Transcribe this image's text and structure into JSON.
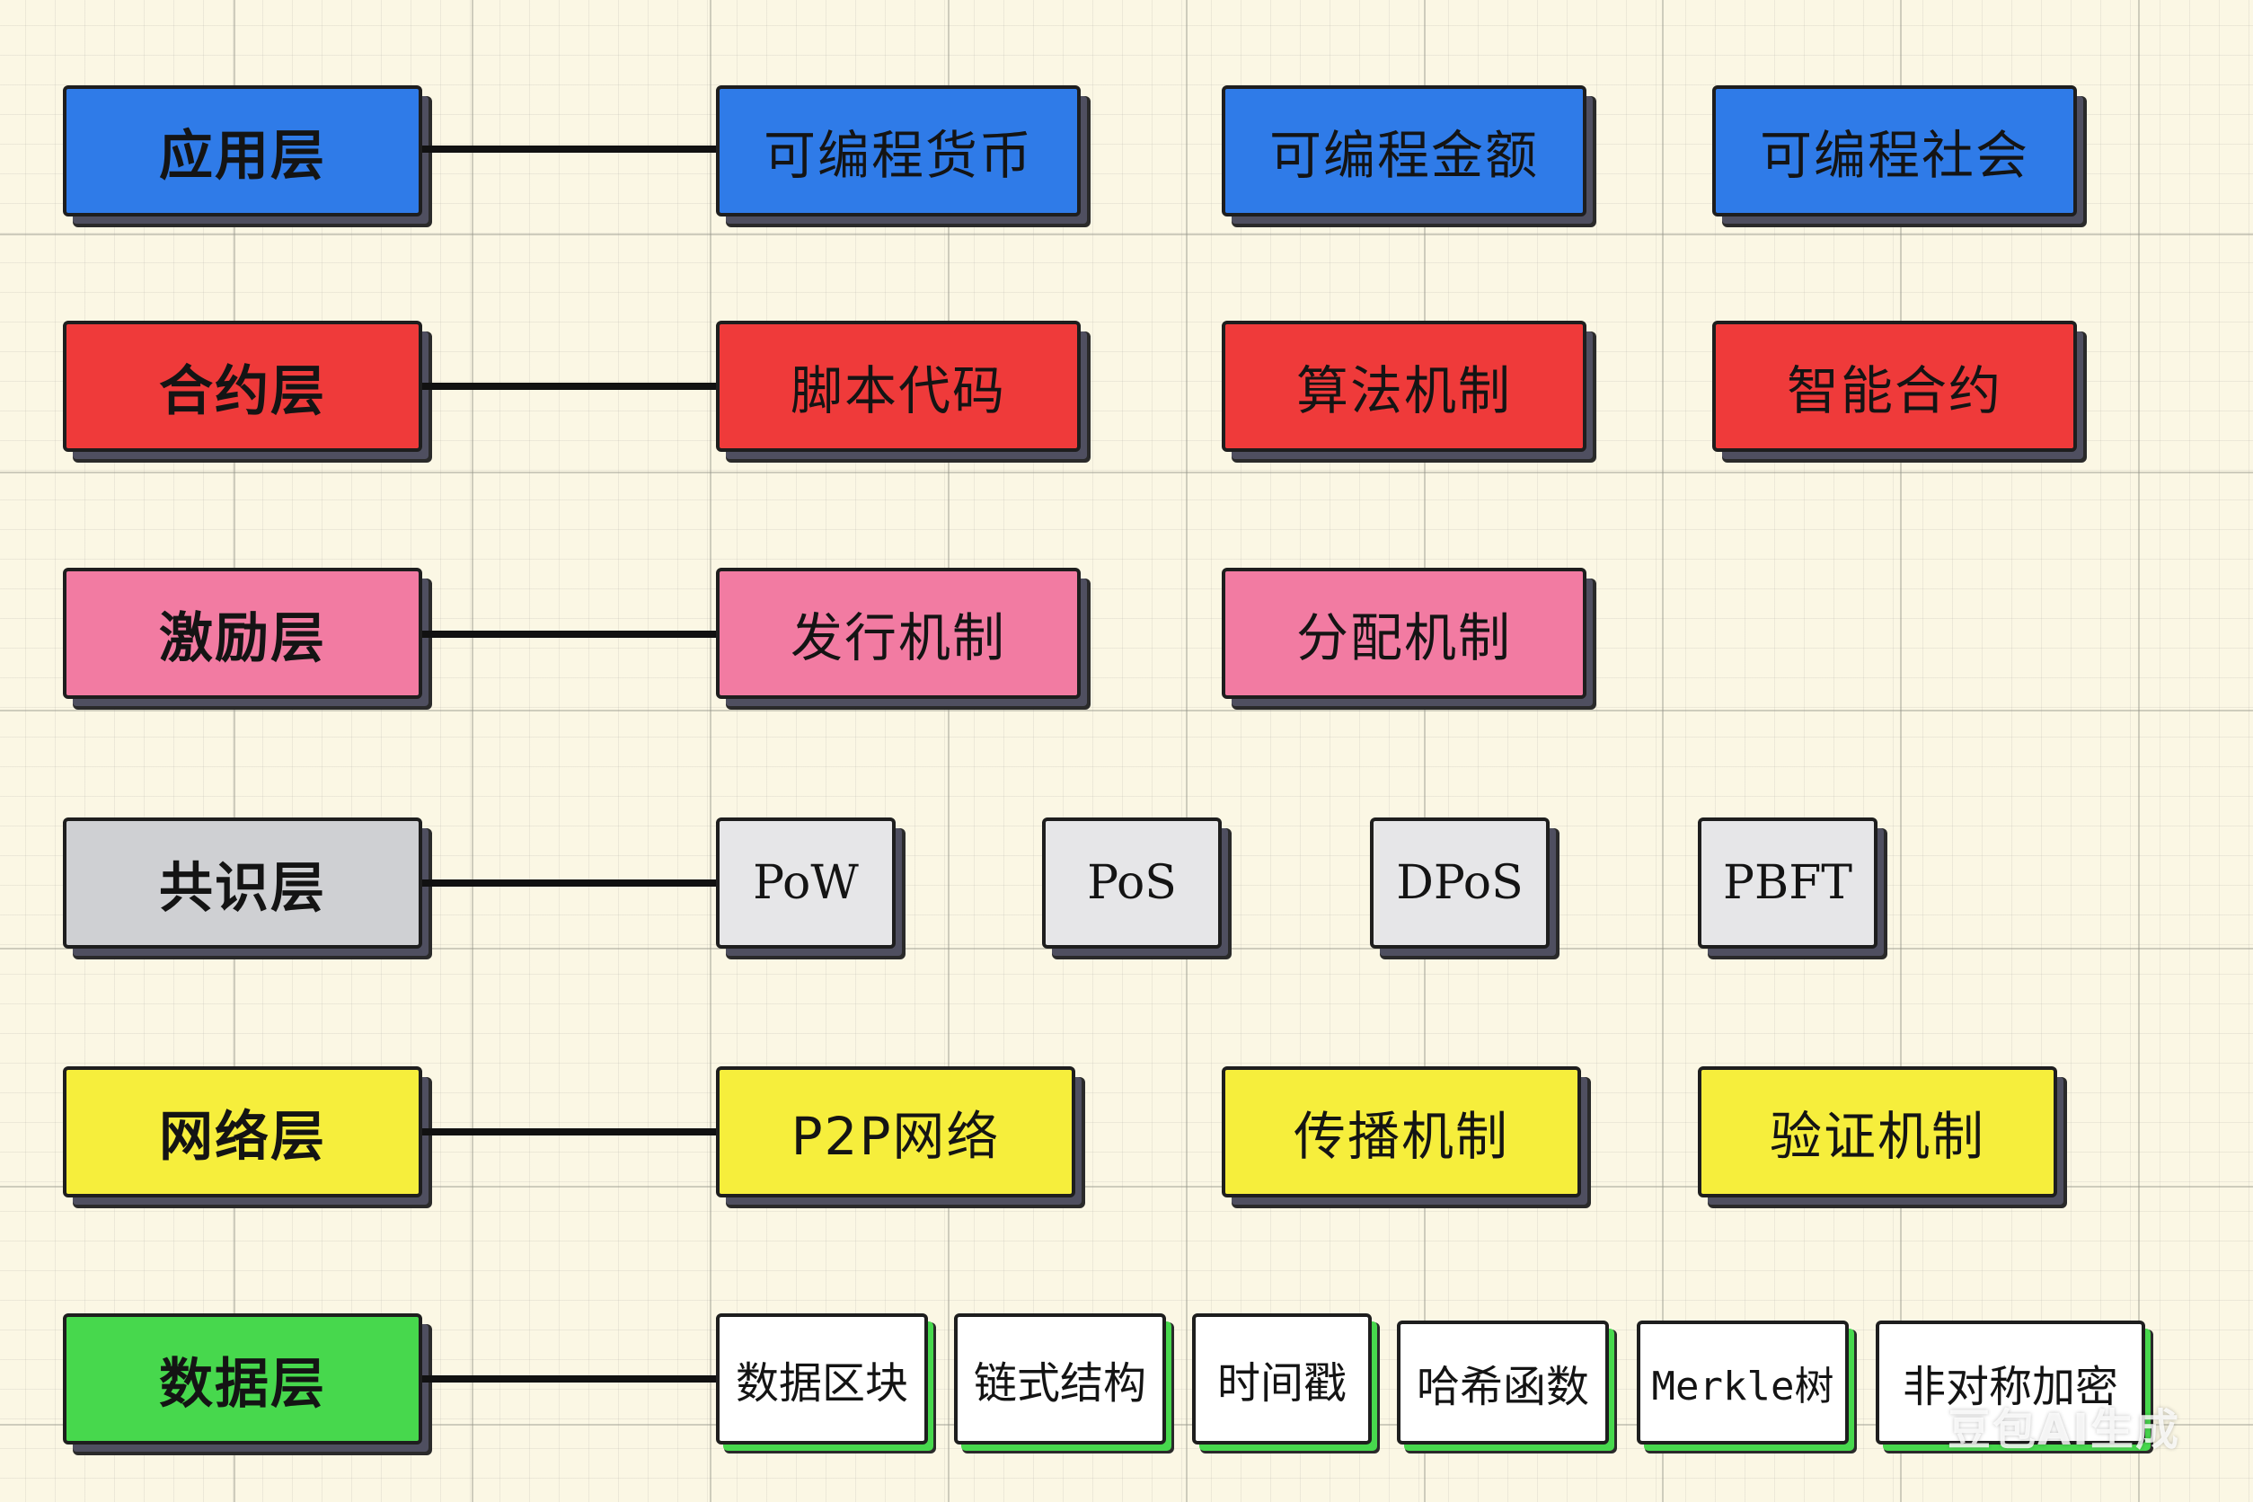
{
  "colors": {
    "application": "#2f7be8",
    "contract": "#ef3a3a",
    "incentive": "#f27ba2",
    "consensus": "#cfd0d3",
    "network": "#f6ee3c",
    "data": "#47d84d",
    "data_item": "#ffffff",
    "consensus_item": "#e6e6e8"
  },
  "layers": [
    {
      "name": "应用层",
      "items": [
        "可编程货币",
        "可编程金额",
        "可编程社会"
      ]
    },
    {
      "name": "合约层",
      "items": [
        "脚本代码",
        "算法机制",
        "智能合约"
      ]
    },
    {
      "name": "激励层",
      "items": [
        "发行机制",
        "分配机制"
      ]
    },
    {
      "name": "共识层",
      "items": [
        "PoW",
        "PoS",
        "DPoS",
        "PBFT"
      ]
    },
    {
      "name": "网络层",
      "items": [
        "P2P网络",
        "传播机制",
        "验证机制"
      ]
    },
    {
      "name": "数据层",
      "items": [
        "数据区块",
        "链式结构",
        "时间戳",
        "哈希函数",
        "Merkle树",
        "非对称加密"
      ]
    }
  ],
  "watermark": "豆包AI生成"
}
